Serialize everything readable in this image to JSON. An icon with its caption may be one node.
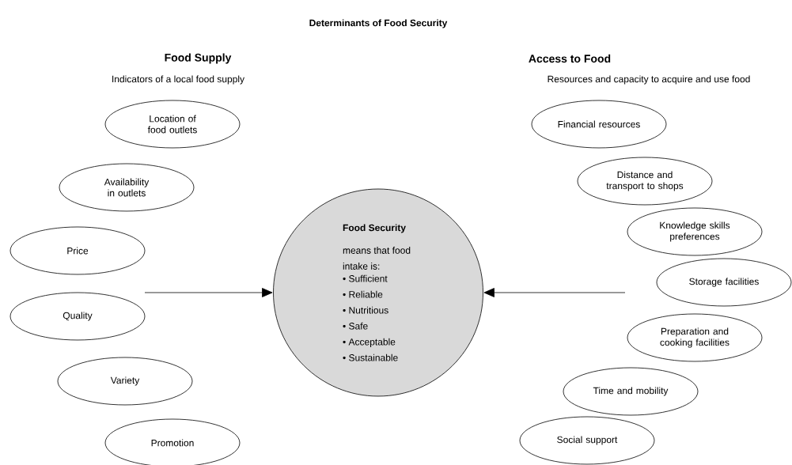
{
  "diagram": {
    "title": "Determinants of Food Security",
    "nodes": [
      {
        "text": [
          "Location of food outlets"
        ]
      },
      {
        "text": [
          "Availability in outlets"
        ]
      },
      {
        "text": [
          "Price"
        ]
      },
      {
        "text": [
          "Quality"
        ]
      },
      {
        "text": [
          "Variety"
        ]
      },
      {
        "text": [
          "Promotion"
        ]
      },
      {
        "text": [
          "Food Security",
          "means that food intake is:",
          "• Sufficient",
          "• Reliable",
          "• Nutritious",
          "• Safe",
          "• Acceptable",
          "• Sustainable"
        ]
      },
      {
        "text": [
          "Financial resources"
        ]
      },
      {
        "text": [
          "Distance and transport to shops"
        ]
      },
      {
        "text": [
          "Knowledge skills preferences"
        ]
      },
      {
        "text": [
          "Storage facilities"
        ]
      },
      {
        "text": [
          "Preparation and cooking facilities"
        ]
      },
      {
        "text": [
          "Time and mobility"
        ]
      },
      {
        "text": [
          "Social support"
        ]
      }
    ],
    "edges": [
      {
        "from": null,
        "to": 6,
        "arrow": "to"
      },
      {
        "from": null,
        "to": 6,
        "arrow": "to"
      }
    ],
    "labels": [
      "Food Supply",
      "Access to Food",
      "Indicators of a local food supply",
      "Resources and capacity to acquire and use food"
    ]
  }
}
